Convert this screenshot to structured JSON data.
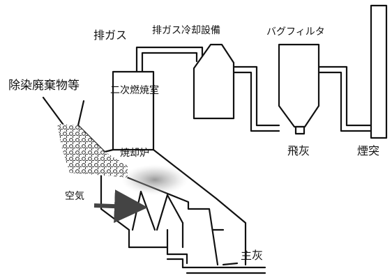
{
  "labels": {
    "exhaust_gas": "排ガス",
    "gas_cooling": "排ガス冷却設備",
    "bag_filter": "バグフィルタ",
    "chimney": "煙突",
    "waste": "除染廃棄物等",
    "secondary_chamber": "二次燃焼室",
    "incinerator": "焼却炉",
    "air": "空気",
    "fly_ash": "飛灰",
    "bottom_ash": "主灰"
  }
}
